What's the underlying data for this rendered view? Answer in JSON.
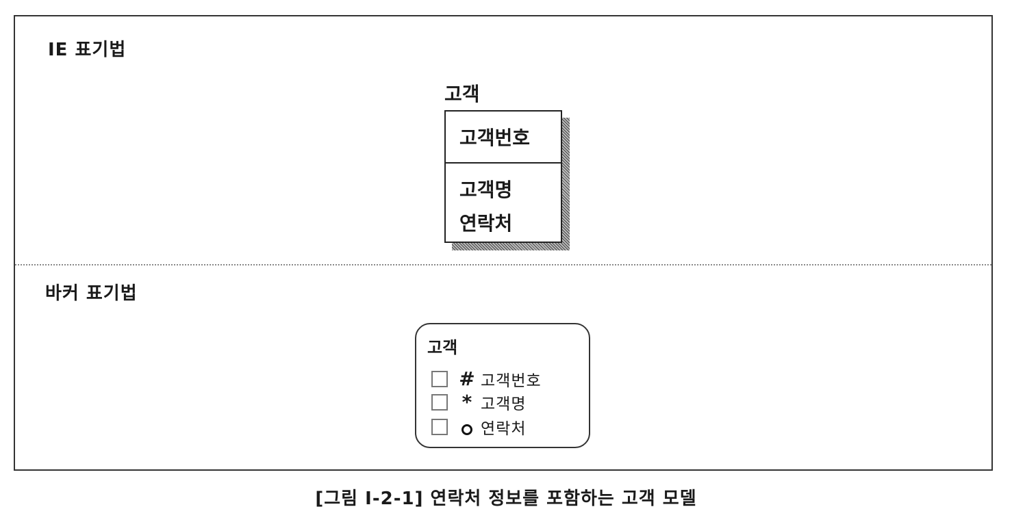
{
  "ie_section": {
    "label": "IE 표기법",
    "entity": {
      "name": "고객",
      "key": "고객번호",
      "attributes": [
        "고객명",
        "연락처"
      ]
    }
  },
  "barker_section": {
    "label": "바커 표기법",
    "entity": {
      "name": "고객",
      "attributes": [
        {
          "symbol": "#",
          "name": "고객번호"
        },
        {
          "symbol": "*",
          "name": "고객명"
        },
        {
          "symbol": "o",
          "name": "연락처"
        }
      ]
    }
  },
  "caption": "[그림 Ⅰ-2-1] 연락처 정보를 포함하는 고객 모델"
}
